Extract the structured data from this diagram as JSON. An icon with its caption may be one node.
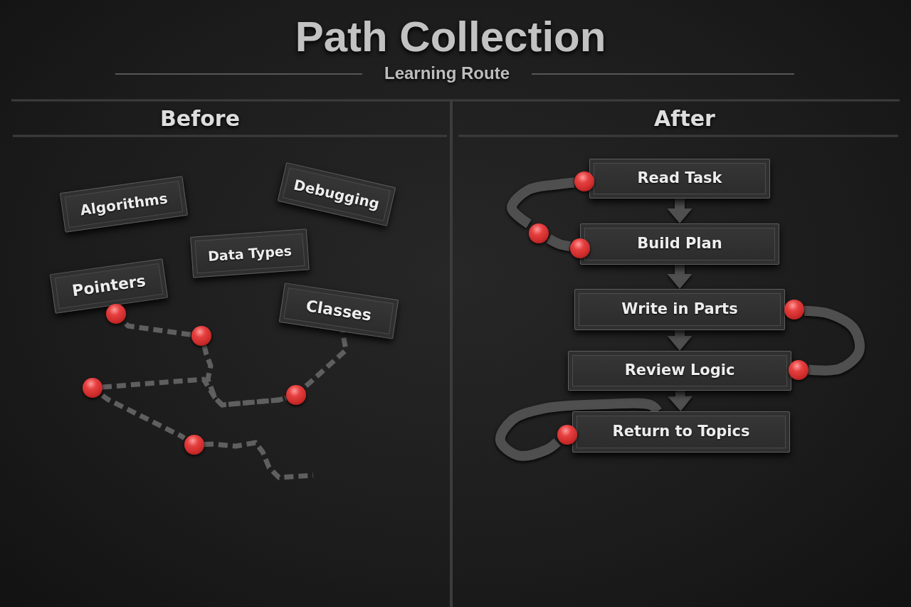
{
  "diagram": {
    "title": "Path Collection",
    "nodes": [
      {
        "text": [
          "Algorithms"
        ]
      },
      {
        "text": [
          "Debugging"
        ]
      },
      {
        "text": [
          "Data Types"
        ]
      },
      {
        "text": [
          "Pointers"
        ]
      },
      {
        "text": [
          "Classes"
        ]
      },
      {
        "text": [],
        "shape": "circle"
      },
      {
        "text": [],
        "shape": "circle"
      },
      {
        "text": [],
        "shape": "circle"
      },
      {
        "text": [],
        "shape": "circle"
      },
      {
        "text": [],
        "shape": "circle"
      },
      {
        "text": [
          "Read Task"
        ]
      },
      {
        "text": [
          "Build Plan"
        ]
      },
      {
        "text": [
          "Write in Parts"
        ]
      },
      {
        "text": [
          "Review Logic"
        ]
      },
      {
        "text": [
          "Return to Topics"
        ]
      },
      {
        "text": [],
        "shape": "circle"
      },
      {
        "text": [],
        "shape": "circle"
      },
      {
        "text": [],
        "shape": "circle"
      },
      {
        "text": [],
        "shape": "circle"
      },
      {
        "text": [],
        "shape": "circle"
      },
      {
        "text": [],
        "shape": "circle"
      }
    ],
    "edges": [
      {
        "from": 5,
        "to": 6,
        "arrow": "none",
        "style": "dashed"
      },
      {
        "from": 6,
        "to": 8,
        "arrow": "none",
        "style": "dashed"
      },
      {
        "from": 7,
        "to": 8,
        "arrow": "none",
        "style": "dashed"
      },
      {
        "from": 8,
        "to": 4,
        "arrow": "none",
        "style": "dashed"
      },
      {
        "from": 7,
        "to": 9,
        "arrow": "none",
        "style": "dashed"
      },
      {
        "from": 9,
        "to": null,
        "arrow": "none",
        "style": "dashed"
      },
      {
        "from": 10,
        "to": 11,
        "arrow": "to"
      },
      {
        "from": 11,
        "to": 12,
        "arrow": "to"
      },
      {
        "from": 12,
        "to": 13,
        "arrow": "to"
      },
      {
        "from": 13,
        "to": 14,
        "arrow": "to"
      },
      {
        "from": 15,
        "to": 16,
        "arrow": "none"
      },
      {
        "from": 16,
        "to": 17,
        "arrow": "none"
      },
      {
        "from": 18,
        "to": 19,
        "arrow": "none"
      },
      {
        "from": 20,
        "to": 14,
        "arrow": "none"
      }
    ],
    "labels": [
      "Learning Route",
      "Before",
      "After"
    ]
  }
}
